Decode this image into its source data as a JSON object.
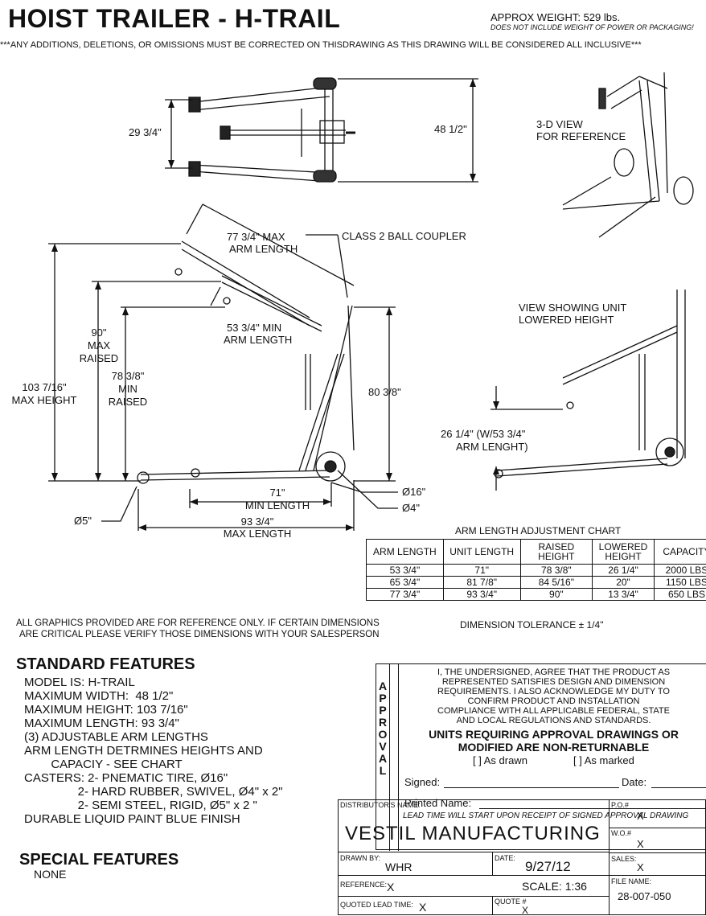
{
  "header": {
    "title": "HOIST TRAILER - H-TRAIL",
    "weight": "APPROX WEIGHT: 529 lbs.",
    "weight_note": "DOES NOT INCLUDE WEIGHT OF POWER OR PACKAGING!",
    "banner": "***ANY ADDITIONS, DELETIONS, OR OMISSIONS MUST BE CORRECTED ON THISDRAWING AS THIS DRAWING WILL BE CONSIDERED ALL INCLUSIVE***"
  },
  "top_view": {
    "dim_inner": "29 3/4\"",
    "dim_width": "48 1/2\""
  },
  "iso_view": {
    "label_l1": "3-D VIEW",
    "label_l2": "FOR REFERENCE"
  },
  "side_view": {
    "max_arm_l1": "77 3/4\" MAX",
    "max_arm_l2": "ARM LENGTH",
    "coupler": "CLASS 2 BALL COUPLER",
    "min_arm_l1": "53 3/4\" MIN",
    "min_arm_l2": "ARM LENGTH",
    "max_raised_l1": "90\"",
    "max_raised_l2": "MAX",
    "max_raised_l3": "RAISED",
    "min_raised_l1": "78 3/8\"",
    "min_raised_l2": "MIN",
    "min_raised_l3": "RAISED",
    "max_height_l1": "103 7/16\"",
    "max_height_l2": "MAX HEIGHT",
    "right_height": "80 3/8\"",
    "min_length_l1": "71\"",
    "min_length_l2": "MIN LENGTH",
    "max_length_l1": "93 3/4\"",
    "max_length_l2": "MAX LENGTH",
    "wheel_16": "Ø16\"",
    "wheel_4": "Ø4\"",
    "wheel_5": "Ø5\""
  },
  "lowered_view": {
    "label_l1": "VIEW SHOWING UNIT",
    "label_l2": "LOWERED HEIGHT",
    "dim_l1": "26 1/4\" (W/53 3/4\"",
    "dim_l2": "ARM LENGHT)"
  },
  "adjust_chart": {
    "title": "ARM LENGTH ADJUSTMENT CHART",
    "headers": [
      "ARM LENGTH",
      "UNIT LENGTH",
      "RAISED HEIGHT",
      "LOWERED HEIGHT",
      "CAPACITY"
    ],
    "rows": [
      [
        "53 3/4\"",
        "71\"",
        "78 3/8\"",
        "26 1/4\"",
        "2000 LBS"
      ],
      [
        "65 3/4\"",
        "81 7/8\"",
        "84 5/16\"",
        "20\"",
        "1150 LBS"
      ],
      [
        "77 3/4\"",
        "93 3/4\"",
        "90\"",
        "13 3/4\"",
        "650 LBS"
      ]
    ]
  },
  "notes": {
    "graphics_l1": "ALL GRAPHICS PROVIDED ARE FOR REFERENCE ONLY. IF CERTAIN DIMENSIONS",
    "graphics_l2": "ARE CRITICAL PLEASE VERIFY THOSE DIMENSIONS WITH YOUR SALESPERSON",
    "tolerance": "DIMENSION TOLERANCE ± 1/4\""
  },
  "standard_features": {
    "title": "STANDARD FEATURES",
    "lines": [
      "MODEL IS: H-TRAIL",
      "MAXIMUM WIDTH:  48 1/2\"",
      "MAXIMUM HEIGHT: 103 7/16\"",
      "MAXIMUM LENGTH: 93 3/4\"",
      "(3) ADJUSTABLE ARM LENGTHS",
      "ARM LENGTH DETRMINES HEIGHTS AND",
      "        CAPACIY - SEE CHART",
      "CASTERS: 2- PNEMATIC TIRE, Ø16\"",
      "                2- HARD RUBBER, SWIVEL, Ø4\" x 2\"",
      "                2- SEMI STEEL, RIGID, Ø5\" x 2 \"",
      "DURABLE LIQUID PAINT BLUE FINISH"
    ]
  },
  "special_features": {
    "title": "SPECIAL FEATURES",
    "value": "NONE"
  },
  "approval": {
    "side_letters": [
      "A",
      "P",
      "P",
      "R",
      "O",
      "V",
      "A",
      "L"
    ],
    "text_lines": [
      "I, THE UNDERSIGNED, AGREE THAT THE PRODUCT AS",
      "REPRESENTED SATISFIES DESIGN AND DIMENSION",
      "REQUIREMENTS.  I ALSO ACKNOWLEDGE MY DUTY TO",
      "CONFIRM PRODUCT AND INSTALLATION",
      "COMPLIANCE WITH ALL APPLICABLE FEDERAL, STATE",
      "AND LOCAL REGULATIONS AND STANDARDS."
    ],
    "bold_l1": "UNITS REQUIRING APPROVAL DRAWINGS OR",
    "bold_l2": "MODIFIED ARE NON-RETURNABLE",
    "as_drawn": "[  ] As drawn",
    "as_marked": "[  ] As marked",
    "signed": "Signed:",
    "date": "Date:",
    "printed_name": "Printed Name:",
    "lead_time_note": "LEAD TIME WILL START UPON RECEIPT OF SIGNED APPROVAL DRAWING"
  },
  "title_block": {
    "distributor_label": "DISTRIBUTOR'S NAME:",
    "distributor": "VESTIL MANUFACTURING",
    "po_label": "P.O.#",
    "po": "X",
    "wo_label": "W.O.#",
    "wo": "X",
    "drawn_by_label": "DRAWN BY:",
    "drawn_by": "WHR",
    "date_label": "DATE:",
    "date": "9/27/12",
    "sales_label": "SALES:",
    "sales": "X",
    "reference_label": "REFERENCE:",
    "reference": "X",
    "scale": "SCALE: 1:36",
    "file_label": "FILE NAME:",
    "file": "28-007-050",
    "quoted_label": "QUOTED LEAD TIME:",
    "quoted": "X",
    "quote_label": "QUOTE #",
    "quote": "X"
  }
}
